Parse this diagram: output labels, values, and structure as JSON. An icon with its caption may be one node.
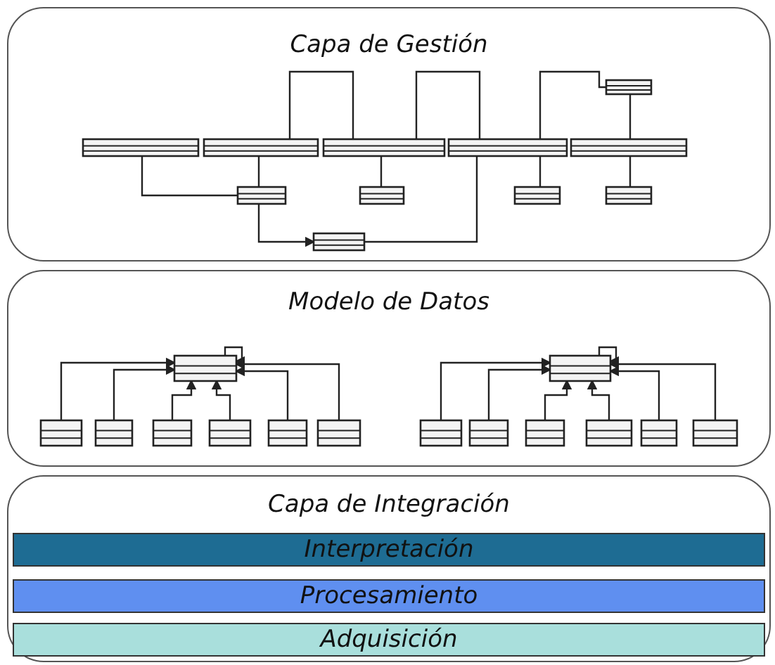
{
  "diagram": {
    "nodes": [
      {
        "text": [
          "Capa de Gestión"
        ]
      },
      {
        "text": [
          "Modelo de Datos"
        ]
      },
      {
        "text": [
          "Capa de Integración"
        ]
      },
      {
        "text": [
          "Interpretación"
        ],
        "in": 2
      },
      {
        "text": [
          "Procesamiento"
        ],
        "in": 2
      },
      {
        "text": [
          "Adquisición"
        ],
        "in": 2
      }
    ]
  }
}
